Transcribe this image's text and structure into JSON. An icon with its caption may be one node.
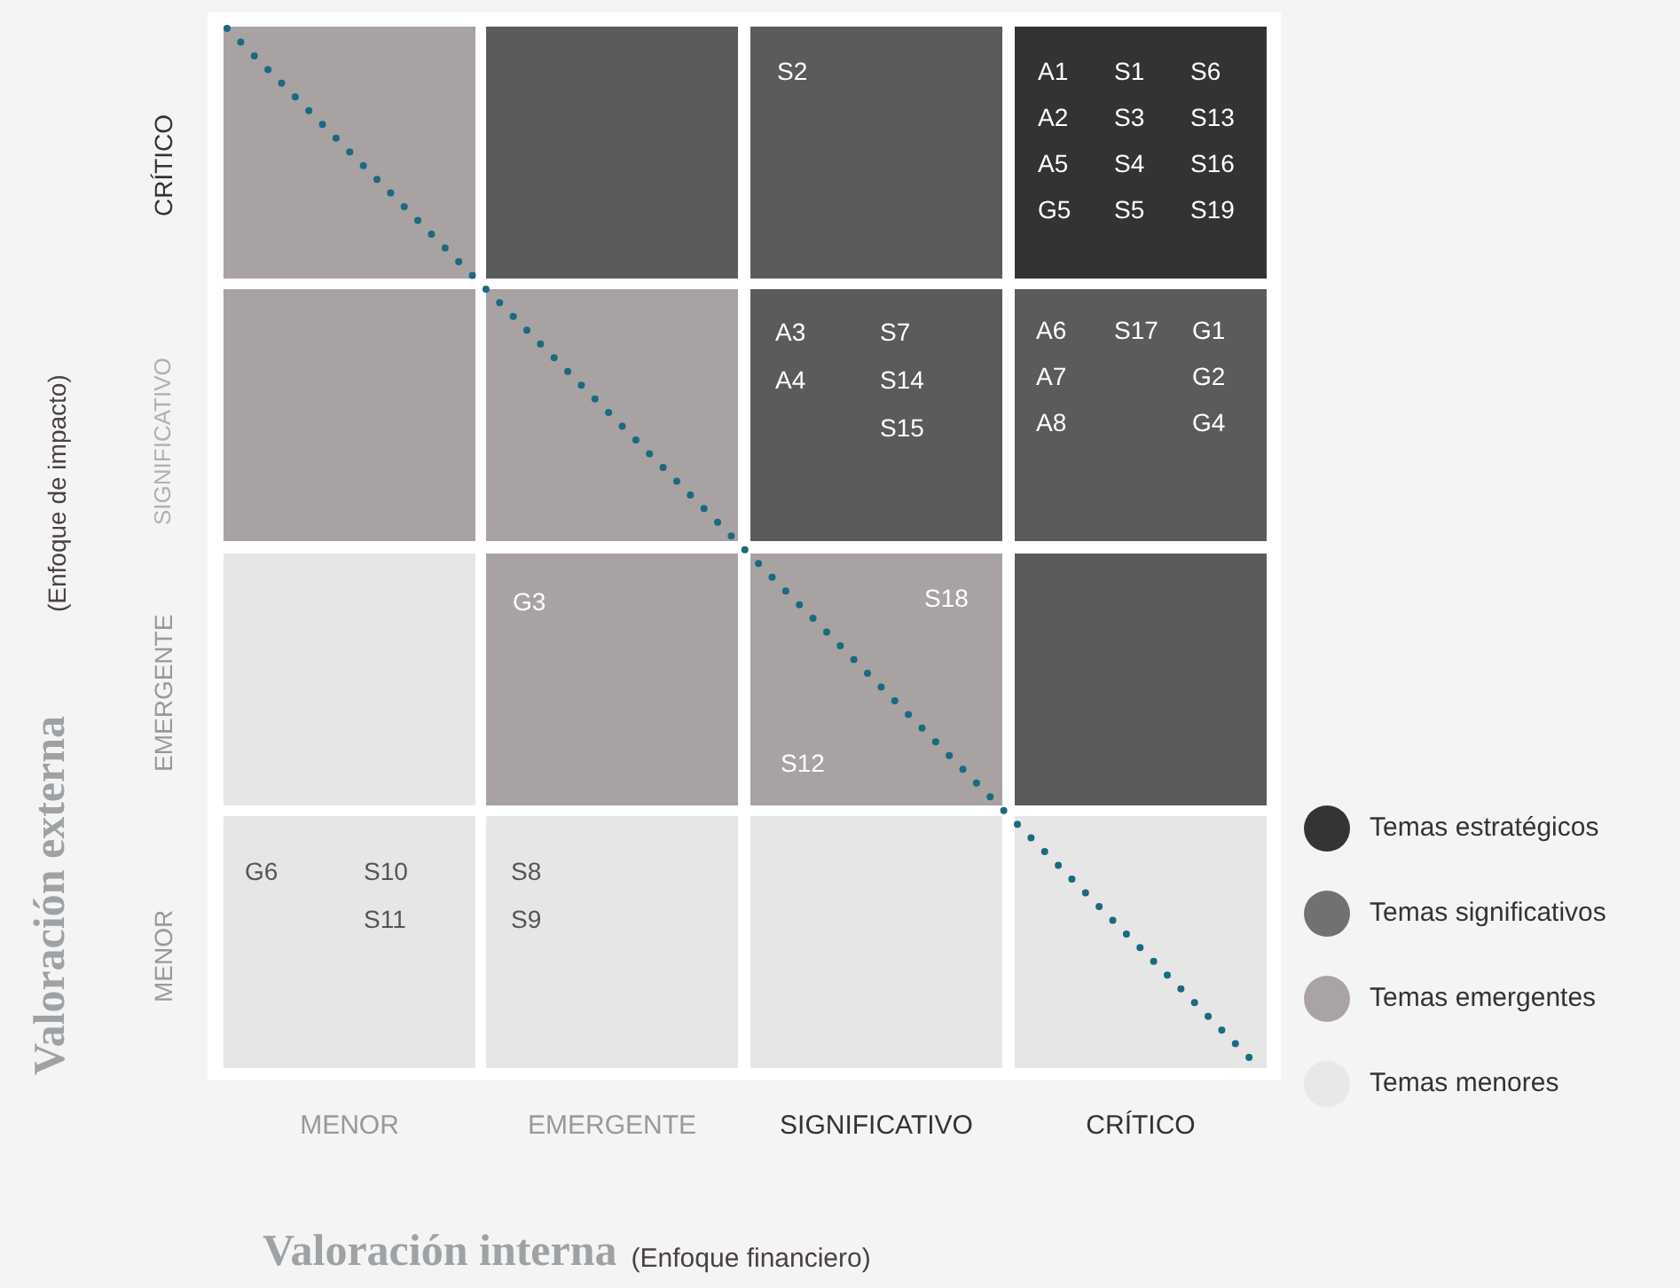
{
  "diagram": {
    "nodes": [
      {
        "text": [],
        "shape": "box"
      },
      {
        "text": [],
        "shape": "box"
      },
      {
        "text": [
          "S2"
        ]
      },
      {
        "text": [
          "A1",
          "S1",
          "S6",
          "A2",
          "S3",
          "S13",
          "A5",
          "S4",
          "S16",
          "G5",
          "S5",
          "S19"
        ]
      },
      {
        "text": [],
        "shape": "box"
      },
      {
        "text": [],
        "shape": "box"
      },
      {
        "text": [
          "A3",
          "S7",
          "A4",
          "S14",
          "S15"
        ]
      },
      {
        "text": [
          "A6",
          "S17",
          "G1",
          "A7",
          "G2",
          "A8",
          "G4"
        ]
      },
      {
        "text": [],
        "shape": "box"
      },
      {
        "text": [
          "G3"
        ]
      },
      {
        "text": [
          "S18",
          "S12"
        ]
      },
      {
        "text": [],
        "shape": "box"
      },
      {
        "text": [
          "G6",
          "S10",
          "S11"
        ]
      },
      {
        "text": [
          "S8",
          "S9"
        ]
      },
      {
        "text": [],
        "shape": "box"
      },
      {
        "text": [],
        "shape": "box"
      }
    ],
    "labels": [
      "Valoración externa",
      "(Enfoque de impacto)",
      "CRÍTICO",
      "SIGNIFICATIVO",
      "EMERGENTE",
      "MENOR",
      "MENOR",
      "EMERGENTE",
      "SIGNIFICATIVO",
      "CRÍTICO",
      "Valoración interna",
      "(Enfoque financiero)"
    ],
    "legend": [
      {
        "text": "Temas estratégicos",
        "color": "#343436"
      },
      {
        "text": "Temas significativos",
        "color": "#717171"
      },
      {
        "text": "Temas emergentes",
        "color": "#a9a3a4"
      },
      {
        "text": "Temas menores",
        "color": "#e8e8e8"
      }
    ]
  }
}
